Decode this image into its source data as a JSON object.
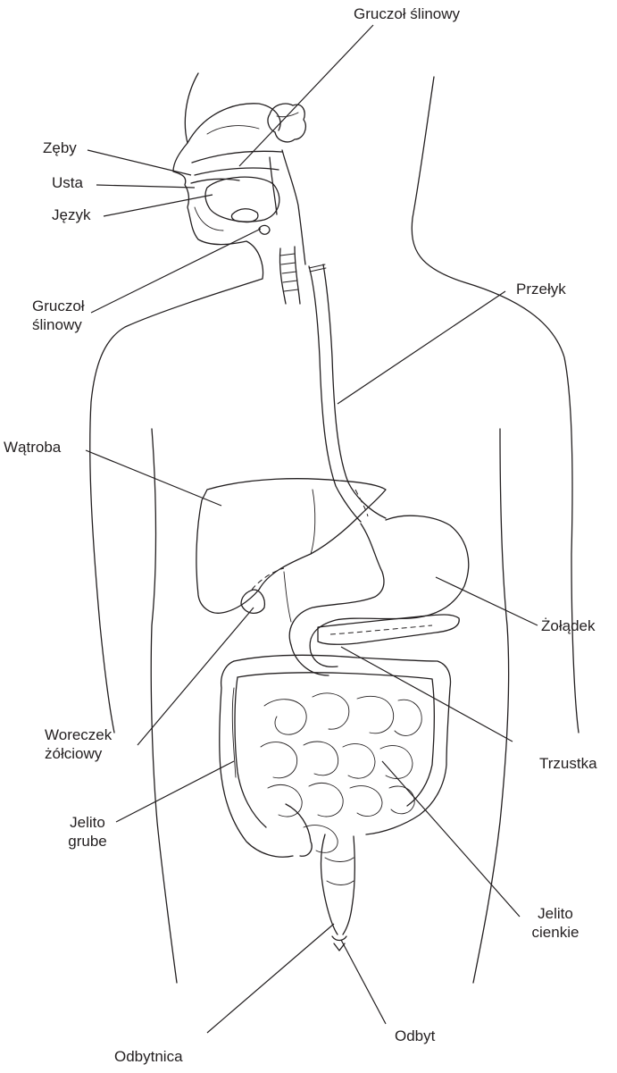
{
  "labels": {
    "salivary_gland_top": "Gruczoł ślinowy",
    "teeth": "Zęby",
    "mouth": "Usta",
    "tongue": "Język",
    "salivary_gland_left_line1": "Gruczoł",
    "salivary_gland_left_line2": "ślinowy",
    "esophagus": "Przełyk",
    "liver": "Wątroba",
    "stomach": "Żołądek",
    "gallbladder_line1": "Woreczek",
    "gallbladder_line2": "żółciowy",
    "pancreas": "Trzustka",
    "large_intestine_line1": "Jelito",
    "large_intestine_line2": "grube",
    "small_intestine_line1": "Jelito",
    "small_intestine_line2": "cienkie",
    "rectum": "Odbytnica",
    "anus": "Odbyt"
  },
  "colors": {
    "line": "#231f20",
    "background": "#ffffff"
  }
}
